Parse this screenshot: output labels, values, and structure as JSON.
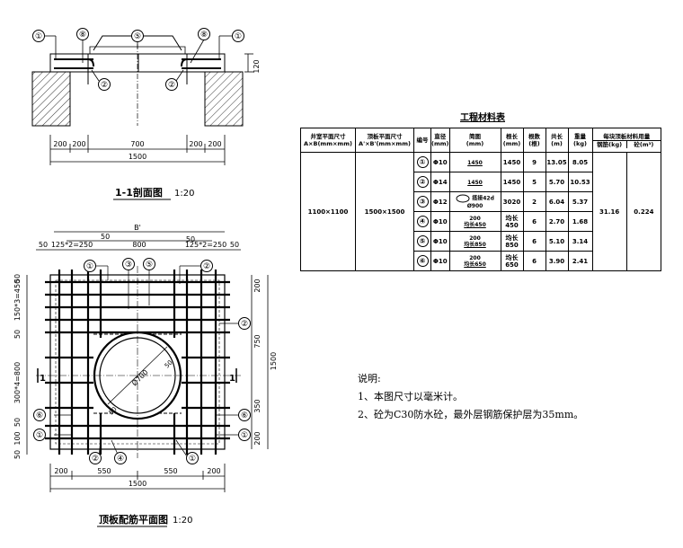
{
  "section_view": {
    "title": "1-1剖面图",
    "scale": "1:20",
    "callouts": [
      "①",
      "⑧",
      "⑤",
      "⑧",
      "①",
      "②",
      "②"
    ],
    "dim_thickness": "120",
    "dims_bottom": [
      "200",
      "200",
      "700",
      "200",
      "200"
    ],
    "dim_total": "1500"
  },
  "plan_view": {
    "title": "顶板配筋平面图",
    "scale": "1:20",
    "dim_top_overall": "B'",
    "dim_top_inner": "50",
    "dim_top_parts": [
      "50",
      "125*2=250",
      "800",
      "50",
      "125*2=250",
      "50"
    ],
    "callouts_top": [
      "①",
      "③",
      "⑤",
      "②"
    ],
    "callouts_right": [
      "②",
      "⑥",
      "①"
    ],
    "callouts_left": [
      "⑥",
      "①"
    ],
    "callouts_bottom": [
      "②",
      "④",
      "①"
    ],
    "section_mark": "1",
    "left_dims": [
      "50",
      "150*3=450",
      "50",
      "300*4=800",
      "50",
      "100",
      "50"
    ],
    "right_dims": [
      "200",
      "750",
      "1500",
      "350",
      "200"
    ],
    "hole_dia": "Ø700",
    "hole_ring": [
      "50",
      "50"
    ],
    "dims_bottom": [
      "200",
      "550",
      "550",
      "200"
    ],
    "dim_total": "1500"
  },
  "material_table": {
    "title": "工程材料表",
    "headers": {
      "well_size": "井室平面尺寸",
      "well_size_sub": "A×B(mm×mm)",
      "slab_size": "顶板平面尺寸",
      "slab_size_sub": "A'×B'(mm×mm)",
      "no": "编号",
      "dia": "直径",
      "dia_unit": "(mm)",
      "shape": "简图",
      "shape_unit": "(mm)",
      "bar_len": "根长",
      "bar_len_unit": "(mm)",
      "count": "根数",
      "count_unit": "(根)",
      "total_len": "共长",
      "total_len_unit": "(m)",
      "weight": "重量",
      "weight_unit": "(kg)",
      "per_slab": "每块顶板材料用量",
      "steel": "钢筋(kg)",
      "concrete": "砼(m³)"
    },
    "well_size": "1100×1100",
    "slab_size": "1500×1500",
    "rows": [
      {
        "no": "①",
        "dia": "Φ10",
        "shape_top": "1450",
        "shape_sub": "",
        "bar_len": "1450",
        "count": "9",
        "total_len": "13.05",
        "weight": "8.05"
      },
      {
        "no": "②",
        "dia": "Φ14",
        "shape_top": "1450",
        "shape_sub": "",
        "bar_len": "1450",
        "count": "5",
        "total_len": "5.70",
        "weight": "10.53"
      },
      {
        "no": "③",
        "dia": "Φ12",
        "shape_top": "搭接42d",
        "shape_sub": "Ø900",
        "bar_len": "3020",
        "count": "2",
        "total_len": "6.04",
        "weight": "5.37"
      },
      {
        "no": "④",
        "dia": "Φ10",
        "shape_top": "200",
        "shape_sub": "均长450",
        "bar_len": "450",
        "bar_len_note": "均长",
        "count": "6",
        "total_len": "2.70",
        "weight": "1.68"
      },
      {
        "no": "⑤",
        "dia": "Φ10",
        "shape_top": "200",
        "shape_sub": "均长850",
        "bar_len": "850",
        "bar_len_note": "均长",
        "count": "6",
        "total_len": "5.10",
        "weight": "3.14"
      },
      {
        "no": "⑥",
        "dia": "Φ10",
        "shape_top": "200",
        "shape_sub": "均长650",
        "bar_len": "650",
        "bar_len_note": "均长",
        "count": "6",
        "total_len": "3.90",
        "weight": "2.41"
      }
    ],
    "steel_total": "31.16",
    "concrete_total": "0.224"
  },
  "notes": {
    "heading": "说明:",
    "items": [
      "1、本图尺寸以毫米计。",
      "2、砼为C30防水砼，最外层钢筋保护层为35mm。"
    ]
  }
}
